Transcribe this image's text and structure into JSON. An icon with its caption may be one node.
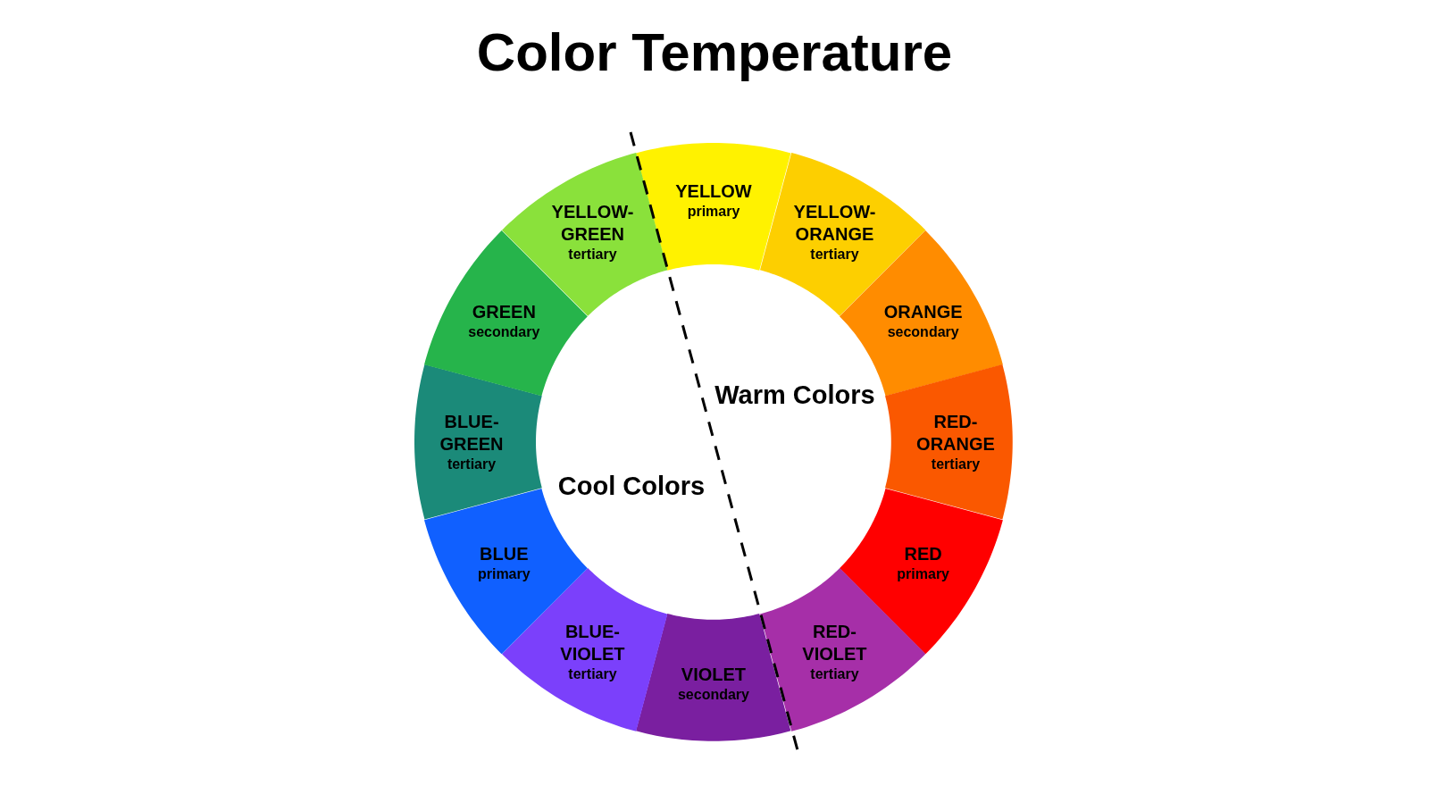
{
  "diagram": {
    "title": "Color Temperature",
    "nodes": [
      {
        "text": [
          "YELLOW",
          "primary"
        ]
      },
      {
        "text": [
          "YELLOW- ORANGE",
          "tertiary"
        ]
      },
      {
        "text": [
          "ORANGE",
          "secondary"
        ]
      },
      {
        "text": [
          "RED- ORANGE",
          "tertiary"
        ]
      },
      {
        "text": [
          "RED",
          "primary"
        ]
      },
      {
        "text": [
          "RED- VIOLET",
          "tertiary"
        ]
      },
      {
        "text": [
          "VIOLET",
          "secondary"
        ]
      },
      {
        "text": [
          "BLUE- VIOLET",
          "tertiary"
        ]
      },
      {
        "text": [
          "BLUE",
          "primary"
        ]
      },
      {
        "text": [
          "BLUE- GREEN",
          "tertiary"
        ]
      },
      {
        "text": [
          "GREEN",
          "secondary"
        ]
      },
      {
        "text": [
          "YELLOW- GREEN",
          "tertiary"
        ]
      }
    ],
    "labels": [
      "Warm Colors",
      "Cool Colors"
    ]
  }
}
